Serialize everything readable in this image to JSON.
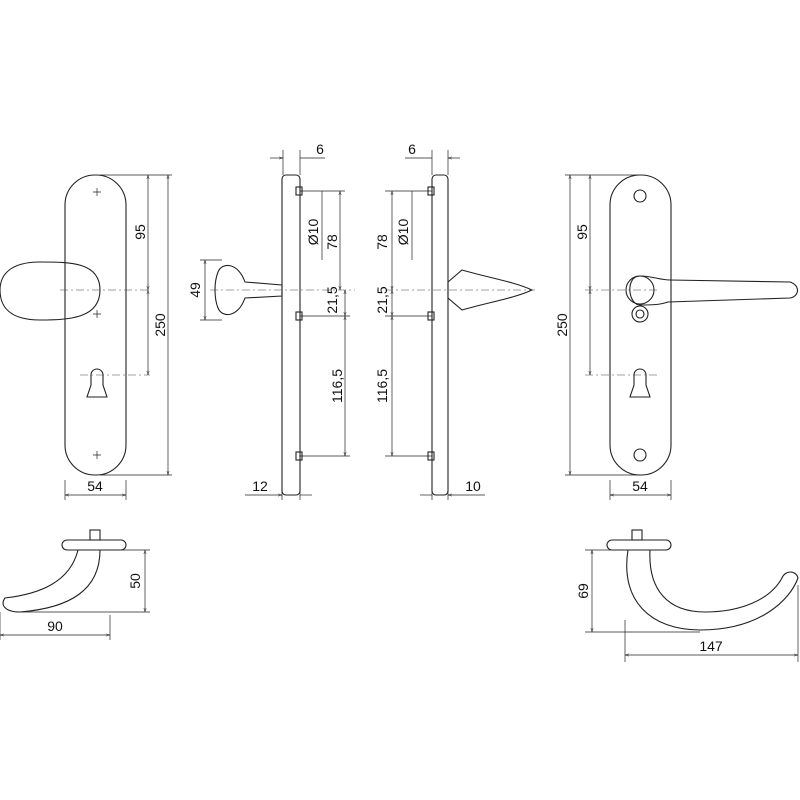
{
  "title": "Door handle set technical drawing",
  "front_left": {
    "width": "54",
    "lever_to_screw": "95",
    "overall": "250"
  },
  "side_left": {
    "knob_height": "49",
    "offset": "6",
    "diameter": "Ø10",
    "upper": "78",
    "middle": "21,5",
    "lower": "116,5",
    "thickness": "12"
  },
  "side_right": {
    "offset": "6",
    "diameter": "Ø10",
    "upper": "78",
    "middle": "21,5",
    "lower": "116,5",
    "thickness": "10"
  },
  "front_right": {
    "width": "54",
    "lever_to_screw": "95",
    "overall": "250"
  },
  "bottom_left": {
    "height": "50",
    "length": "90"
  },
  "bottom_right": {
    "height": "69",
    "length": "147"
  }
}
